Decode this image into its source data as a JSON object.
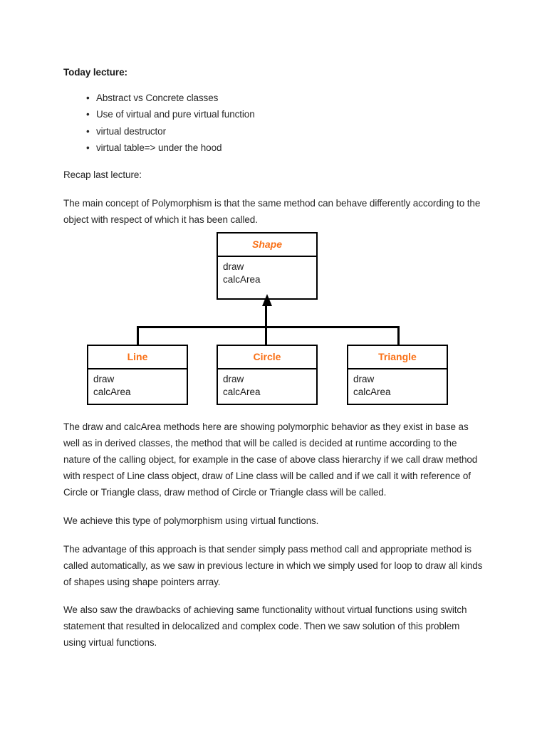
{
  "document": {
    "heading": "Today lecture:",
    "bullet_glyph": "•",
    "bullets": [
      "Abstract vs Concrete classes",
      "Use of virtual and pure virtual function",
      "virtual destructor",
      "virtual table=> under the hood"
    ],
    "recap_label": "Recap last lecture:",
    "paragraphs": [
      "The main concept of Polymorphism is that the same method can behave differently according to the object with respect of which it has been called.",
      "The draw and calcArea methods here are showing polymorphic behavior as they exist in base as well as in derived classes, the method that will be called is decided at runtime according to the nature of the calling object, for example in the case of above class hierarchy if we call draw method with respect of Line class object, draw of Line class will be called and if we call it with reference of Circle or Triangle class, draw method of Circle or Triangle class will be called.",
      "We achieve this type of polymorphism using virtual functions.",
      "The advantage of this approach is that sender simply pass method call and appropriate method is called automatically, as we saw in previous lecture in which we simply used for loop to draw all kinds of shapes using shape pointers array.",
      "We also saw the drawbacks of achieving same functionality without virtual functions using switch statement that resulted in delocalized and complex code. Then we saw solution of this problem using virtual functions."
    ]
  },
  "diagram": {
    "title_color": "#f97016",
    "line_color": "#000000",
    "base_class": {
      "name": "Shape",
      "methods": [
        "draw",
        "calcArea"
      ]
    },
    "derived_classes": [
      {
        "name": "Line",
        "methods": [
          "draw",
          "calcArea"
        ]
      },
      {
        "name": "Circle",
        "methods": [
          "draw",
          "calcArea"
        ]
      },
      {
        "name": "Triangle",
        "methods": [
          "draw",
          "calcArea"
        ]
      }
    ]
  }
}
